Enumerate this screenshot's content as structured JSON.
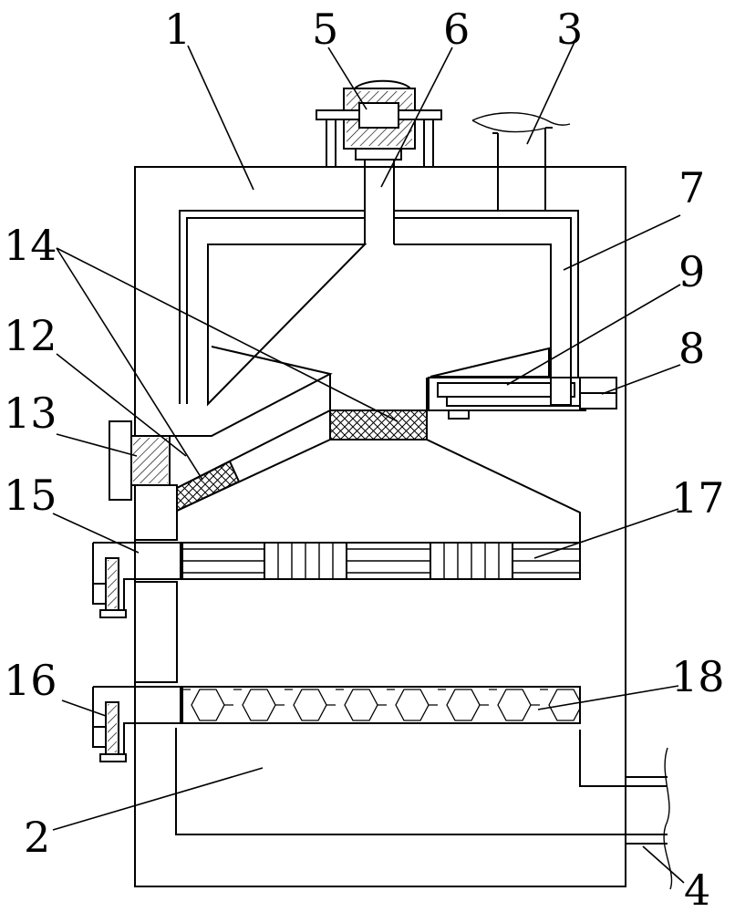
{
  "labels": {
    "n1": "1",
    "n2": "2",
    "n3": "3",
    "n4": "4",
    "n5": "5",
    "n6": "6",
    "n7": "7",
    "n8": "8",
    "n9": "9",
    "n12": "12",
    "n13": "13",
    "n14": "14",
    "n15": "15",
    "n16": "16",
    "n17": "17",
    "n18": "18"
  }
}
